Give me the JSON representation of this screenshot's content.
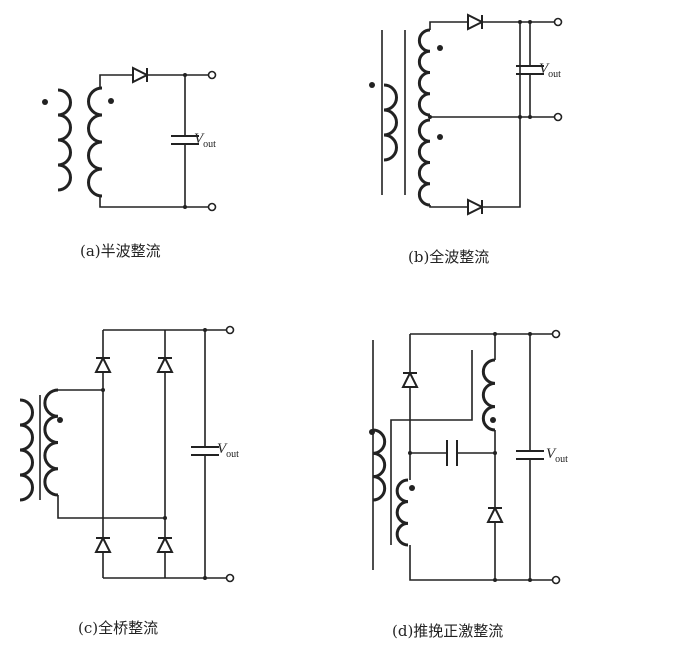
{
  "captions": {
    "a": "(a)半波整流",
    "b": "(b)全波整流",
    "c": "(c)全桥整流",
    "d": "(d)推挽正激整流"
  },
  "vout": {
    "symbol": "V",
    "subscript": "out"
  },
  "colors": {
    "line": "#222222",
    "background": "#ffffff"
  }
}
